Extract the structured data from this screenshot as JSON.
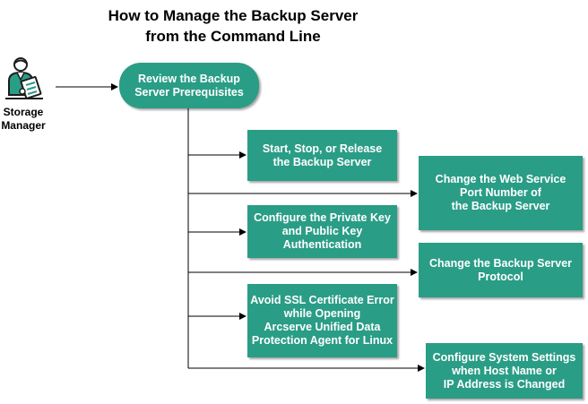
{
  "title": {
    "line1": "How to Manage the Backup Server",
    "line2": "from the Command Line"
  },
  "actor": {
    "label": "Storage\nManager",
    "icon": "person-with-clipboard-icon"
  },
  "start_step": "Review the Backup\nServer Prerequisites",
  "steps": [
    "Start, Stop, or Release\nthe Backup Server",
    "Change the Web Service\nPort Number of\nthe Backup Server",
    "Configure the Private Key\nand Public Key\nAuthentication",
    "Change the Backup Server\nProtocol",
    "Avoid SSL Certificate Error\nwhile Opening\nArcserve Unified Data\nProtection Agent for Linux",
    "Configure System Settings\nwhen Host Name or\nIP Address is Changed"
  ],
  "colors": {
    "box_fill": "#2a9d86",
    "box_text": "#ffffff",
    "icon_accent": "#2a9d86"
  }
}
